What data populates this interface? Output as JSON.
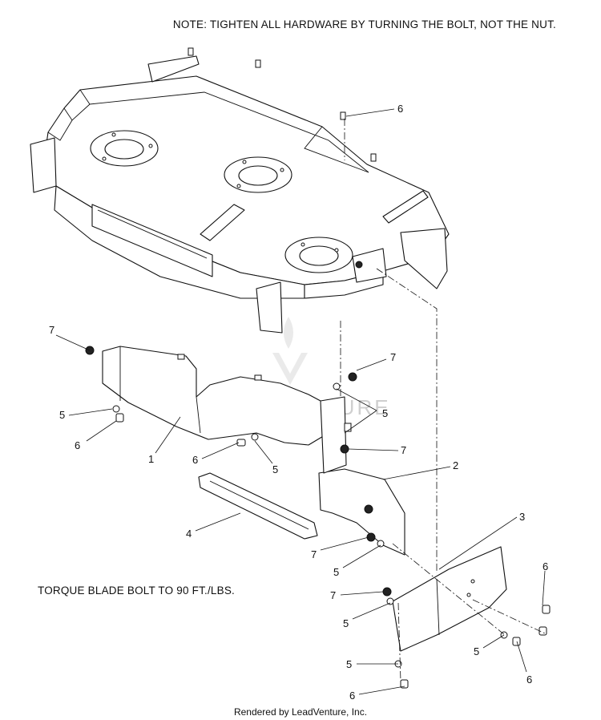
{
  "notes": {
    "hardware_note": "NOTE: TIGHTEN ALL HARDWARE BY TURNING THE BOLT, NOT THE NUT.",
    "torque_note": "TORQUE BLADE BOLT TO 90 FT./LBS."
  },
  "footer": "Rendered by LeadVenture, Inc.",
  "watermark": "LEADVENTURE",
  "callouts": [
    {
      "id": "c6-top",
      "label": "6"
    },
    {
      "id": "c7-left",
      "label": "7"
    },
    {
      "id": "c5-left",
      "label": "5"
    },
    {
      "id": "c6-left",
      "label": "6"
    },
    {
      "id": "c1",
      "label": "1"
    },
    {
      "id": "c6-mid",
      "label": "6"
    },
    {
      "id": "c5-mid",
      "label": "5"
    },
    {
      "id": "c7-right-top",
      "label": "7"
    },
    {
      "id": "c5-right",
      "label": "5"
    },
    {
      "id": "c7-right",
      "label": "7"
    },
    {
      "id": "c2",
      "label": "2"
    },
    {
      "id": "c4",
      "label": "4"
    },
    {
      "id": "c3",
      "label": "3"
    },
    {
      "id": "c7-low",
      "label": "7"
    },
    {
      "id": "c5-low",
      "label": "5"
    },
    {
      "id": "c7-bottom",
      "label": "7"
    },
    {
      "id": "c5-bottom",
      "label": "5"
    },
    {
      "id": "c6-right",
      "label": "6"
    },
    {
      "id": "c5-right-low",
      "label": "5"
    },
    {
      "id": "c6-right-low",
      "label": "6"
    },
    {
      "id": "c5-base",
      "label": "5"
    },
    {
      "id": "c6-base",
      "label": "6"
    }
  ]
}
